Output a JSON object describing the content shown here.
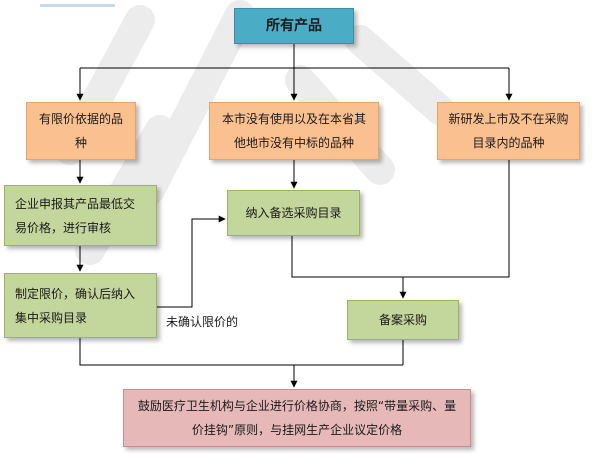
{
  "nodes": {
    "all_products": "所有产品",
    "limited_price_basis": "有限价依据的品种",
    "not_used_in_province": "本市没有使用以及在本省其他地市没有中标的品种",
    "new_products": "新研发上市及不在采购目录内的品种",
    "enterprise_report": "企业申报其产品最低交易价格，进行审核",
    "add_candidate_catalog": "纳入备选采购目录",
    "set_price_limit": "制定限价，确认后纳入集中采购目录",
    "filing_procurement": "备案采购",
    "negotiation": "鼓励医疗卫生机构与企业进行价格协商，按照“带量采购、量价挂钩”原则，与挂网生产企业议定价格"
  },
  "labels": {
    "unconfirmed_price_limit": "未确认限价的"
  },
  "colors": {
    "teal": "#4bacc6",
    "orange": "#fac090",
    "green": "#c3d69b",
    "pink": "#e6b9b8",
    "line": "#000000"
  }
}
